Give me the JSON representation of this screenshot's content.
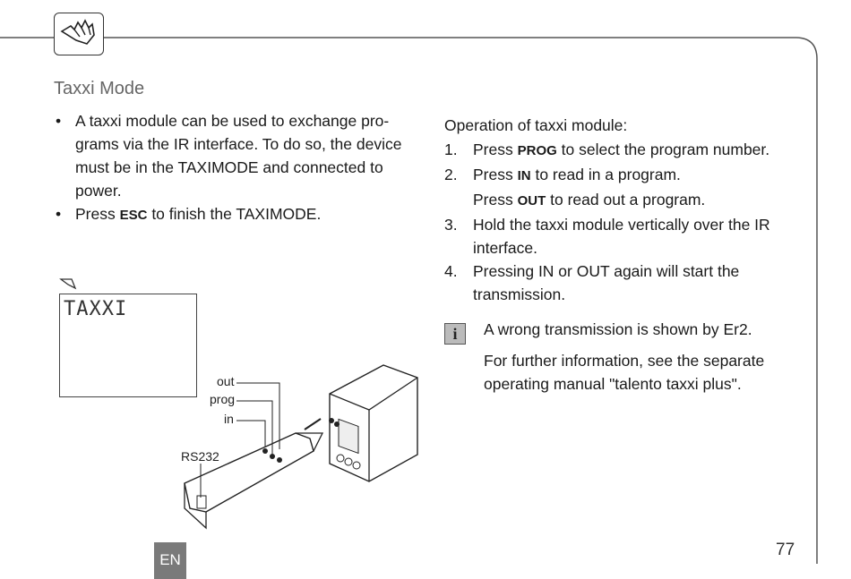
{
  "section_title": "Taxxi Mode",
  "bullets": {
    "b1": "A taxxi module can be used to exchange pro-grams via the IR interface. To do so, the device must be in the TAXIMODE and connected to power.",
    "b2_pre": "Press ",
    "b2_key": "ESC",
    "b2_post": " to finish the TAXIMODE."
  },
  "operation": {
    "title": "Operation of taxxi module:",
    "s1_num": "1.",
    "s1_pre": "Press ",
    "s1_key": "PROG",
    "s1_post": " to select the program number.",
    "s2_num": "2.",
    "s2_pre": "Press ",
    "s2_key": "IN",
    "s2_post": " to read in a program.",
    "s2b_pre": "Press ",
    "s2b_key": "OUT",
    "s2b_post": " to read out a program.",
    "s3_num": "3.",
    "s3_text": "Hold the taxxi module vertically over the IR interface.",
    "s4_num": "4.",
    "s4_text": "Pressing IN or OUT again will start the transmission."
  },
  "info": {
    "icon_glyph": "i",
    "line1": "A wrong transmission is shown by Er2.",
    "line2": "For further information, see the separate operating manual \"talento taxxi plus\"."
  },
  "display": {
    "text": "TAXXI"
  },
  "diagram_labels": {
    "out": "out",
    "prog": "prog",
    "in": "in",
    "rs232": "RS232"
  },
  "footer": {
    "language": "EN",
    "page_number": "77"
  },
  "icons": {
    "header": "hand-pointer-icon",
    "info": "info-icon",
    "display_arrow": "hand-arrow-icon"
  },
  "colors": {
    "title": "#666666",
    "lang_badge": "#7a7a7a"
  }
}
